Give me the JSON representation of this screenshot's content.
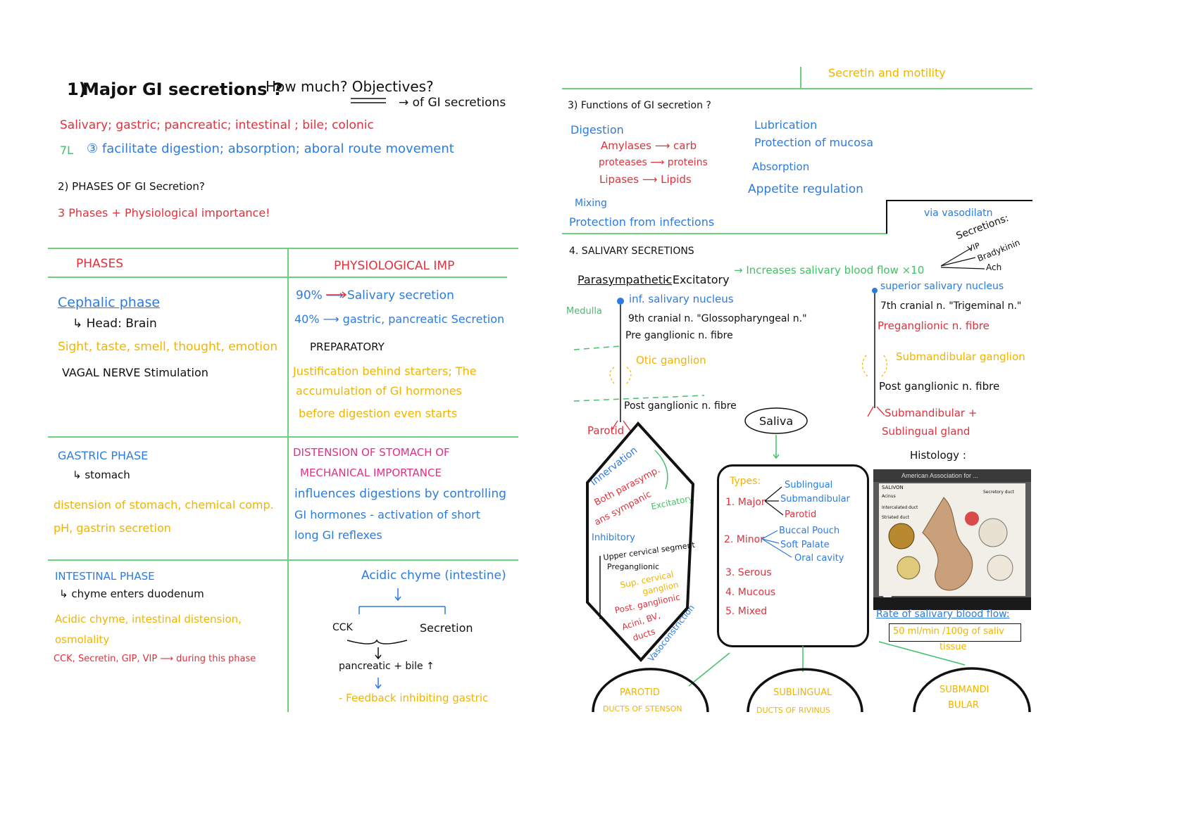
{
  "left": {
    "q1": {
      "num": "1)",
      "title": "Major GI secretions ?",
      "tail": "How much? Objectives?",
      "arrow": "→ of GI secretions"
    },
    "secretions_list": "Salivary; gastric; pancreatic; intestinal ; bile; colonic",
    "facilitate_prefix": "7L",
    "facilitate": "③ facilitate digestion; absorption; aboral route movement",
    "q2": "2) PHASES OF GI Secretion?",
    "phases_note": "3 Phases + Physiological importance!",
    "table": {
      "header_phases": "PHASES",
      "header_imp": "PHYSIOLOGICAL IMP",
      "cephalic": {
        "name": "Cephalic phase",
        "sub": "↳ Head: Brain",
        "stimuli": "Sight, taste, smell, thought, emotion",
        "vagal": "VAGAL NERVE Stimulation"
      },
      "cephalic_imp": {
        "salivary": "90% ⟶ Salivary secretion",
        "gastric": "40% ⟶ gastric, pancreatic Secretion",
        "prep": "PREPARATORY",
        "just1": "Justification behind starters; The",
        "just2": "accumulation of GI hormones",
        "just3": "before digestion even starts"
      },
      "gastric": {
        "name": "GASTRIC PHASE",
        "sub": "↳ stomach",
        "line1": "distension of stomach, chemical comp.",
        "line2": "pH, gastrin secretion"
      },
      "gastric_imp": {
        "l1": "DISTENSION OF STOMACH OF",
        "l2": "MECHANICAL IMPORTANCE",
        "l3": "influences digestions by controlling",
        "l4": "GI hormones - activation of short",
        "l5": "long GI reflexes"
      },
      "intestinal": {
        "name": "INTESTINAL PHASE",
        "sub": "↳ chyme enters duodenum",
        "l1": "Acidic chyme, intestinal distension,",
        "l2": "osmolality",
        "l3": "CCK, Secretin, GIP, VIP ⟶ during this phase"
      },
      "intestinal_imp": {
        "chyme": "Acidic chyme (intestine)",
        "cck": "CCK",
        "secretion": "Secretion",
        "pb": "pancreatic + bile ↑",
        "feedback": "- Feedback inhibiting gastric"
      }
    }
  },
  "right": {
    "top_label": "Secretin and motility",
    "q3": "3) Functions of GI secretion ?",
    "digestion": "Digestion",
    "amylases": "Amylases ⟶ carb",
    "proteases": "proteases ⟶ proteins",
    "lipases": "Lipases ⟶ Lipids",
    "mixing": "Mixing",
    "protection": "Protection from infections",
    "lubrication": "Lubrication",
    "mucosa": "Protection of mucosa",
    "absorption": "Absorption",
    "appetite": "Appetite regulation",
    "vasodilat": "via vasodilatn",
    "secretions": "Secretions:",
    "vip": "VIP",
    "bradykinin": "Bradykinin",
    "ach": "Ach",
    "q4": "4. SALIVARY SECRETIONS",
    "parasym": "Parasympathetic",
    "excitatory": "- Excitatory",
    "increases": "→ Increases salivary blood flow ×10",
    "inf_nucleus": "inf. salivary nucleus",
    "medulla": "Medulla",
    "ninth": "9th cranial n. \"Glossopharyngeal n.\"",
    "pre1": "Pre ganglionic n. fibre",
    "otic": "Otic ganglion",
    "post1": "Post ganglionic n. fibre",
    "parotid": "Parotid",
    "sup_nucleus": "superior salivary nucleus",
    "seventh": "7th cranial n. \"Trigeminal n.\"",
    "pre2": "Preganglionic n. fibre",
    "submand_gang": "Submandibular ganglion",
    "post2": "Post ganglionic n. fibre",
    "submand_gland": "Submandibular +",
    "sublingual_gland": "Sublingual gland",
    "saliva": "Saliva",
    "histology": "Histology :",
    "hex": {
      "innervation": "Innervation",
      "both": "Both parasymp.",
      "ans": "ans sympanic",
      "excitatory": "Excitatory",
      "inhibitory": "Inhibitory",
      "upper": "Upper cervical segment",
      "pregang": "Preganglionic",
      "sup": "Sup. cervical",
      "ganglion": "ganglion",
      "postgang": "Post. ganglionic",
      "acini": "Acini, BV,",
      "ducts": "ducts",
      "vaso": "Vasoconstriction"
    },
    "types": {
      "title": "Types:",
      "major": "1. Major",
      "sublingual": "Sublingual",
      "submand": "Submandibular",
      "parotid": "Parotid",
      "minor": "2. Minor",
      "buccal": "Buccal Pouch",
      "soft": "Soft Palate",
      "oral": "Oral cavity",
      "serous": "3. Serous",
      "mucous": "4. Mucous",
      "mixed": "5. Mixed"
    },
    "rate": "Rate of salivary blood flow:",
    "rate_val": "50 ml/min /100g of saliv",
    "tissue": "tissue",
    "bottom1": "PAROTID",
    "bottom1b": "DUCTS OF STENSON",
    "bottom2": "SUBLINGUAL",
    "bottom2b": "DUCTS OF RIVINUS",
    "bottom3": "SUBMANDI",
    "bottom3b": "BULAR",
    "image_header": "American Association for ...",
    "image_salivon": "SALIVON",
    "image_acinus": "Acinus",
    "image_intercalated": "Intercalated duct",
    "image_striated": "Striated duct",
    "image_secretory": "Secretory duct"
  }
}
